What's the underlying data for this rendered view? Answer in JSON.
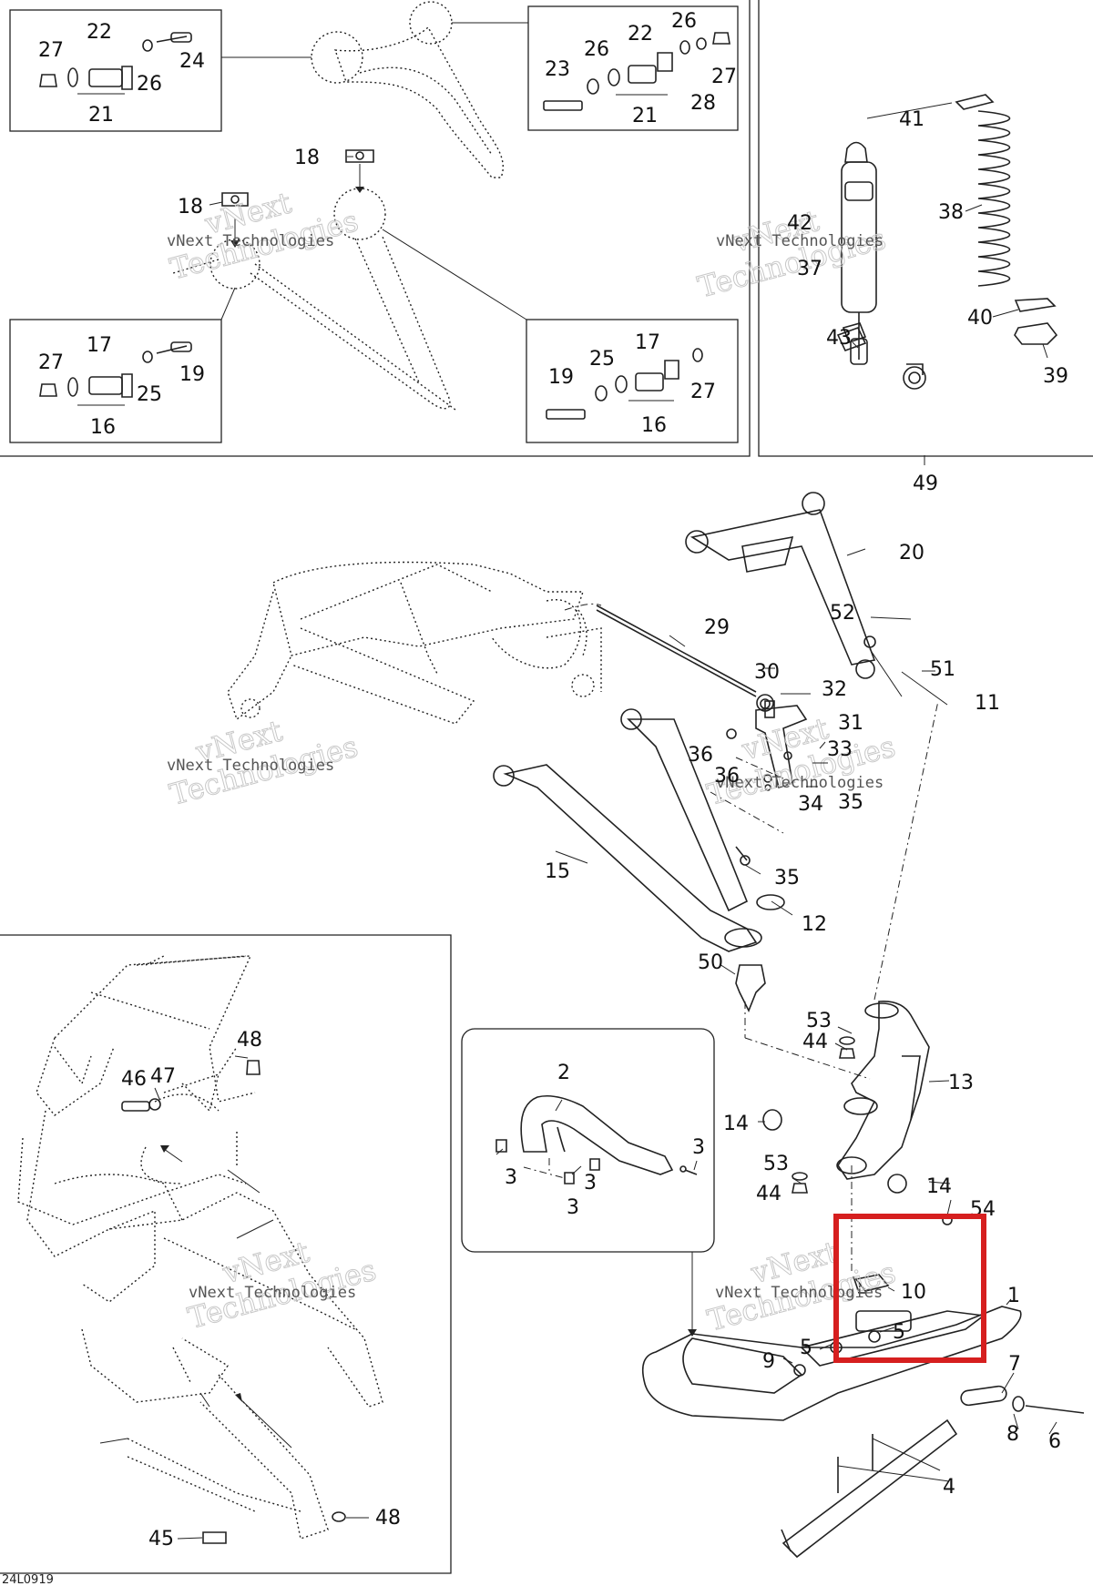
{
  "diagram_code": "24L0919",
  "watermark": {
    "line1": "vNext",
    "line2": "Technologies",
    "caption": "vNext Technologies"
  },
  "highlight_color": "#d61f1f",
  "callouts": {
    "c1": "1",
    "c2": "2",
    "c3": "3",
    "c4": "4",
    "c5": "5",
    "c6": "6",
    "c7": "7",
    "c8": "8",
    "c9": "9",
    "c10": "10",
    "c11": "11",
    "c12": "12",
    "c13": "13",
    "c14": "14",
    "c15": "15",
    "c16": "16",
    "c17": "17",
    "c18": "18",
    "c19": "19",
    "c20": "20",
    "c21": "21",
    "c22": "22",
    "c23": "23",
    "c24": "24",
    "c25": "25",
    "c26": "26",
    "c27": "27",
    "c28": "28",
    "c29": "29",
    "c30": "30",
    "c31": "31",
    "c32": "32",
    "c33": "33",
    "c34": "34",
    "c35": "35",
    "c36": "36",
    "c37": "37",
    "c38": "38",
    "c39": "39",
    "c40": "40",
    "c41": "41",
    "c42": "42",
    "c43": "43",
    "c44": "44",
    "c45": "45",
    "c46": "46",
    "c47": "47",
    "c48": "48",
    "c49": "49",
    "c50": "50",
    "c51": "51",
    "c52": "52",
    "c53": "53",
    "c54": "54"
  }
}
